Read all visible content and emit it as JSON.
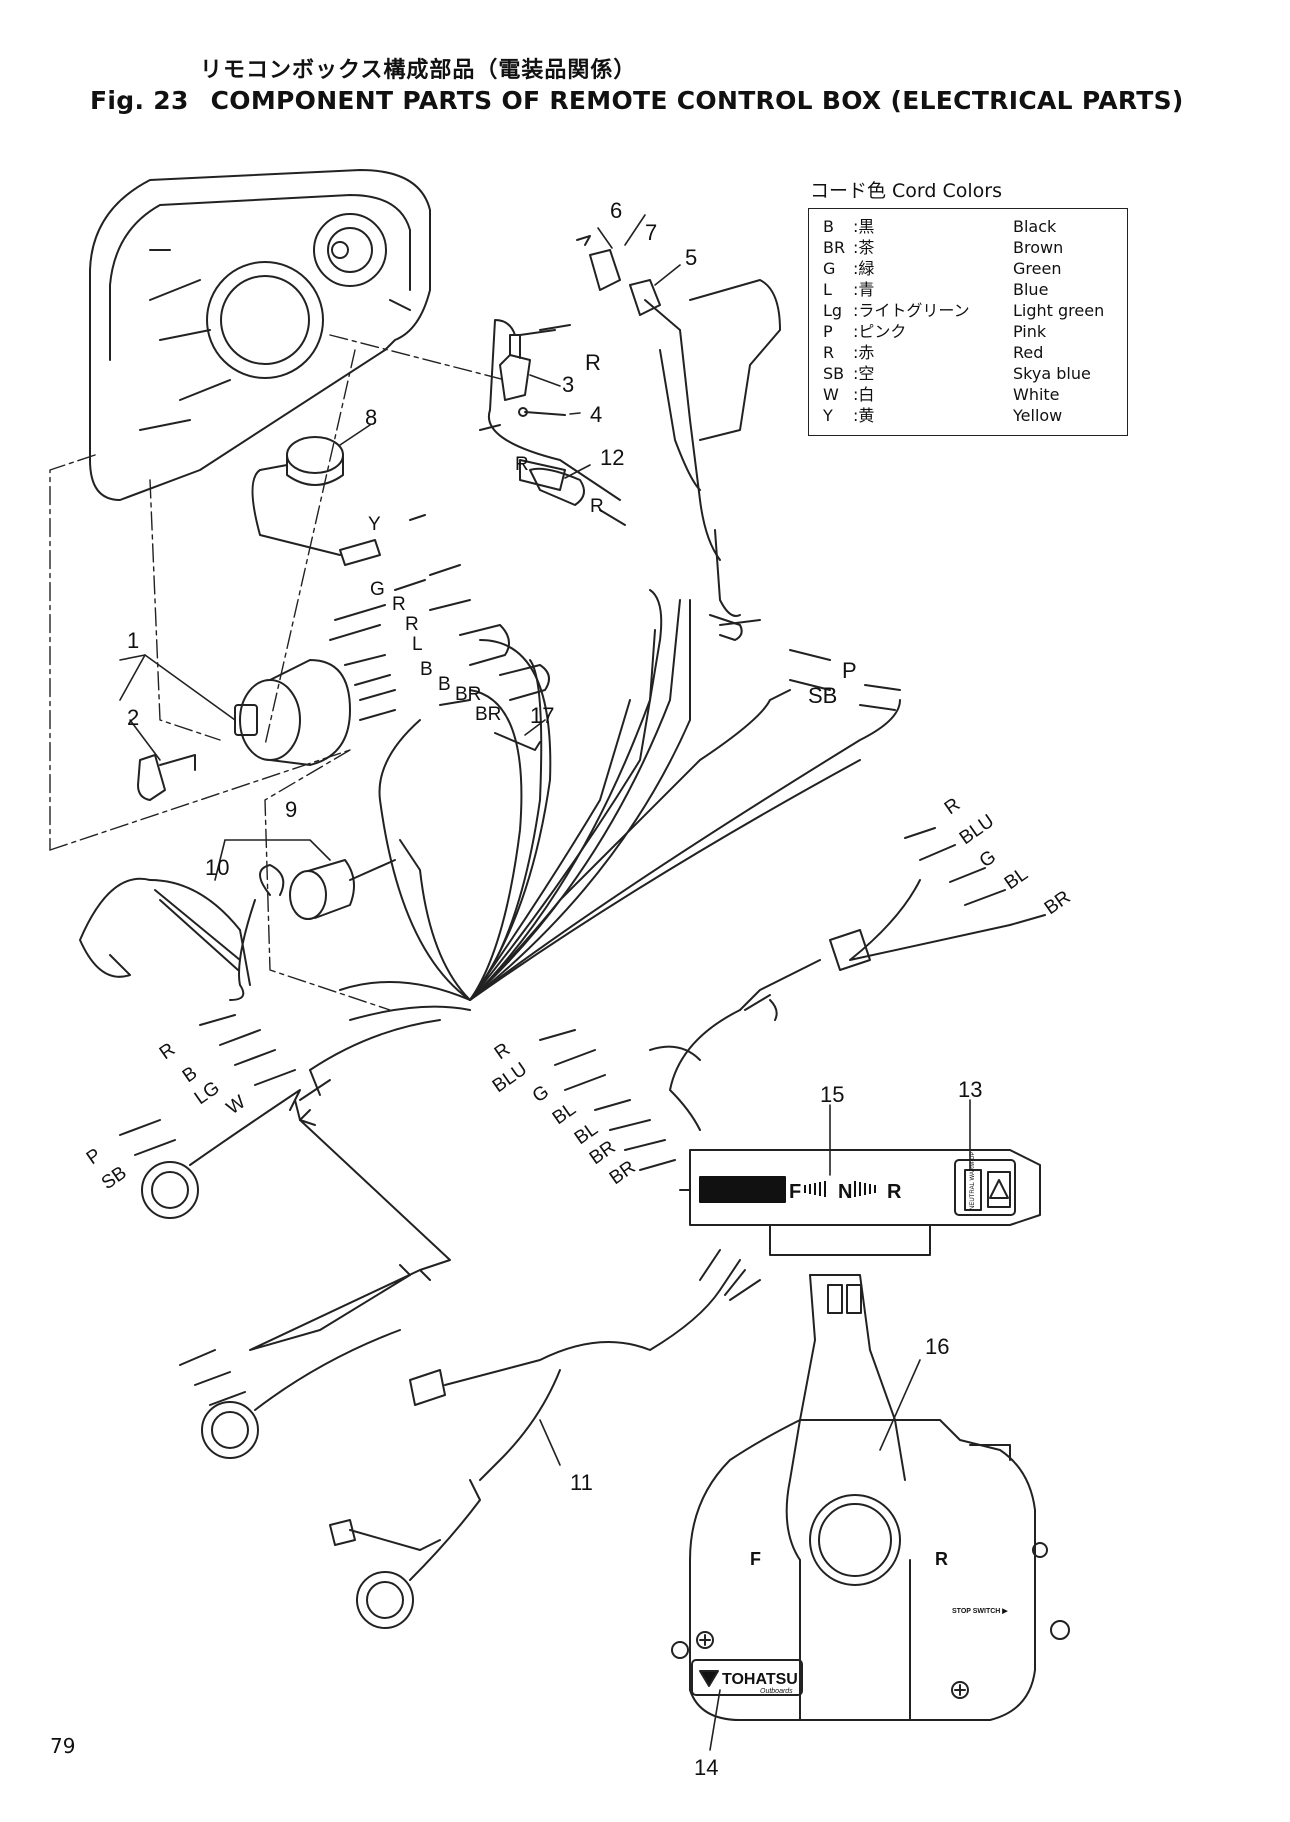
{
  "header": {
    "title_jp": "リモコンボックス構成部品（電装品関係）",
    "fig_label": "Fig. 23",
    "title_en": "COMPONENT PARTS OF REMOTE CONTROL BOX (ELECTRICAL PARTS)"
  },
  "cord_colors": {
    "title": "コード色 Cord Colors",
    "rows": [
      {
        "code": "B",
        "jp": ":黒",
        "en": "Black"
      },
      {
        "code": "BR",
        "jp": ":茶",
        "en": "Brown"
      },
      {
        "code": "G",
        "jp": ":緑",
        "en": "Green"
      },
      {
        "code": "L",
        "jp": ":青",
        "en": "Blue"
      },
      {
        "code": "Lg",
        "jp": ":ライトグリーン",
        "en": "Light green"
      },
      {
        "code": "P",
        "jp": ":ピンク",
        "en": "Pink"
      },
      {
        "code": "R",
        "jp": ":赤",
        "en": "Red"
      },
      {
        "code": "SB",
        "jp": ":空",
        "en": "Skya blue"
      },
      {
        "code": "W",
        "jp": ":白",
        "en": "White"
      },
      {
        "code": "Y",
        "jp": ":黄",
        "en": "Yellow"
      }
    ]
  },
  "part_numbers": [
    "1",
    "2",
    "3",
    "4",
    "5",
    "6",
    "7",
    "8",
    "9",
    "10",
    "11",
    "12",
    "13",
    "14",
    "15",
    "16",
    "17"
  ],
  "wire_labels": {
    "upper": [
      "R",
      "R",
      "Y",
      "R",
      "G",
      "R",
      "R",
      "L",
      "B",
      "B",
      "BR",
      "BR",
      "P",
      "SB"
    ],
    "right_connector": [
      "R",
      "BLU",
      "G",
      "BL",
      "BR"
    ],
    "left_harness": [
      "R",
      "B",
      "LG",
      "W",
      "P",
      "SB"
    ],
    "mid_harness": [
      "R",
      "BLU",
      "G",
      "BL",
      "BL",
      "BR",
      "BR"
    ]
  },
  "indicator": {
    "gear_letters": [
      "F",
      "N",
      "R"
    ],
    "warmup_text": "NEUTRAL WARM-UP"
  },
  "control_box": {
    "brand": "TOHATSU",
    "brand_sub": "Outboards",
    "forward": "F",
    "reverse": "R",
    "stop_switch": "STOP SWITCH ▶"
  },
  "page_number": "79"
}
